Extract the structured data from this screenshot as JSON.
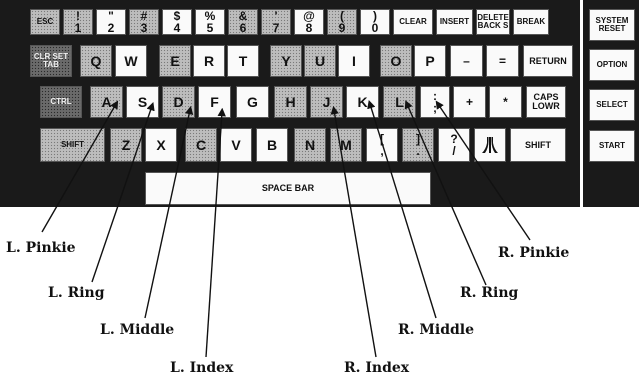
{
  "keyboard": {
    "row1": [
      {
        "top": "",
        "bottom": "ESC"
      },
      {
        "top": "!",
        "bottom": "1"
      },
      {
        "top": "\"",
        "bottom": "2"
      },
      {
        "top": "#",
        "bottom": "3"
      },
      {
        "top": "$",
        "bottom": "4"
      },
      {
        "top": "%",
        "bottom": "5"
      },
      {
        "top": "&",
        "bottom": "6"
      },
      {
        "top": "'",
        "bottom": "7"
      },
      {
        "top": "@",
        "bottom": "8"
      },
      {
        "top": "(",
        "bottom": "9"
      },
      {
        "top": ")",
        "bottom": "0"
      },
      {
        "top": "",
        "bottom": "CLEAR"
      },
      {
        "top": "",
        "bottom": "INSERT"
      },
      {
        "top": "DELETE",
        "bottom": "BACK S"
      },
      {
        "top": "",
        "bottom": "BREAK"
      }
    ],
    "row2": {
      "tab_top": "CLR SET",
      "tab_bottom": "TAB",
      "letters": [
        "Q",
        "W",
        "E",
        "R",
        "T",
        "Y",
        "U",
        "I",
        "O",
        "P"
      ],
      "minus_key": "– ",
      "equals_key": "=",
      "return": "RETURN"
    },
    "row3": {
      "ctrl": "CTRL",
      "letters": [
        "A",
        "S",
        "D",
        "F",
        "G",
        "H",
        "J",
        "K",
        "L"
      ],
      "semicolon_top": ":",
      "semicolon_bottom": ";",
      "plus_key": "+",
      "star_key": "*",
      "caps_top": "CAPS",
      "caps_bottom": "LOWR"
    },
    "row4": {
      "shift_left": "SHIFT",
      "letters": [
        "Z",
        "X",
        "C",
        "V",
        "B",
        "N",
        "M"
      ],
      "comma_top": "[",
      "comma_bottom": ",",
      "period_top": "]",
      "period_bottom": ".",
      "slash_top": "?",
      "slash_bottom": "/",
      "shift_right": "SHIFT"
    },
    "space_bar": "SPACE BAR"
  },
  "side_panel": {
    "system_reset_top": "SYSTEM",
    "system_reset_bottom": "RESET",
    "option": "OPTION",
    "select": "SELECT",
    "start": "START"
  },
  "finger_labels": {
    "l_pinkie": "L. Pinkie",
    "l_ring": "L. Ring",
    "l_middle": "L. Middle",
    "l_index": "L. Index",
    "r_index": "R. Index",
    "r_middle": "R. Middle",
    "r_ring": "R. Ring",
    "r_pinkie": "R. Pinkie"
  }
}
